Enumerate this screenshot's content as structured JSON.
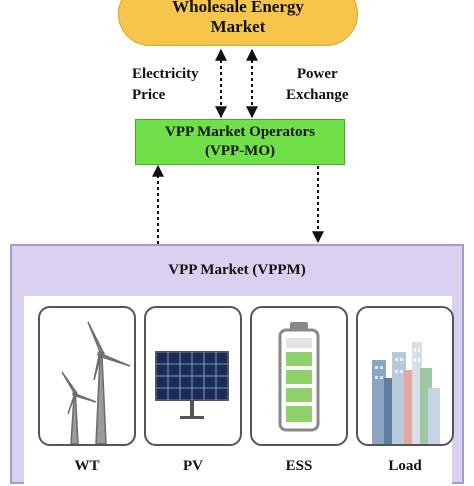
{
  "market": {
    "line1": "Wholesale Energy",
    "line2": "Market"
  },
  "price_label": {
    "line1": "Electricity",
    "line2": "Price"
  },
  "exchange_label": {
    "line1": "Power",
    "line2": "Exchange"
  },
  "operators": {
    "line1": "VPP Market Operators",
    "line2": "(VPP-MO)"
  },
  "vppm": {
    "title": "VPP Market (VPPM)"
  },
  "devices": [
    {
      "label": "WT",
      "icon": "wind-turbine-icon"
    },
    {
      "label": "PV",
      "icon": "solar-panel-icon"
    },
    {
      "label": "ESS",
      "icon": "battery-icon"
    },
    {
      "label": "Load",
      "icon": "city-buildings-icon"
    }
  ],
  "colors": {
    "market": "#f6c54a",
    "operators": "#6fe047",
    "vppm": "#d9d1f0",
    "battery": "#8fd16a"
  }
}
